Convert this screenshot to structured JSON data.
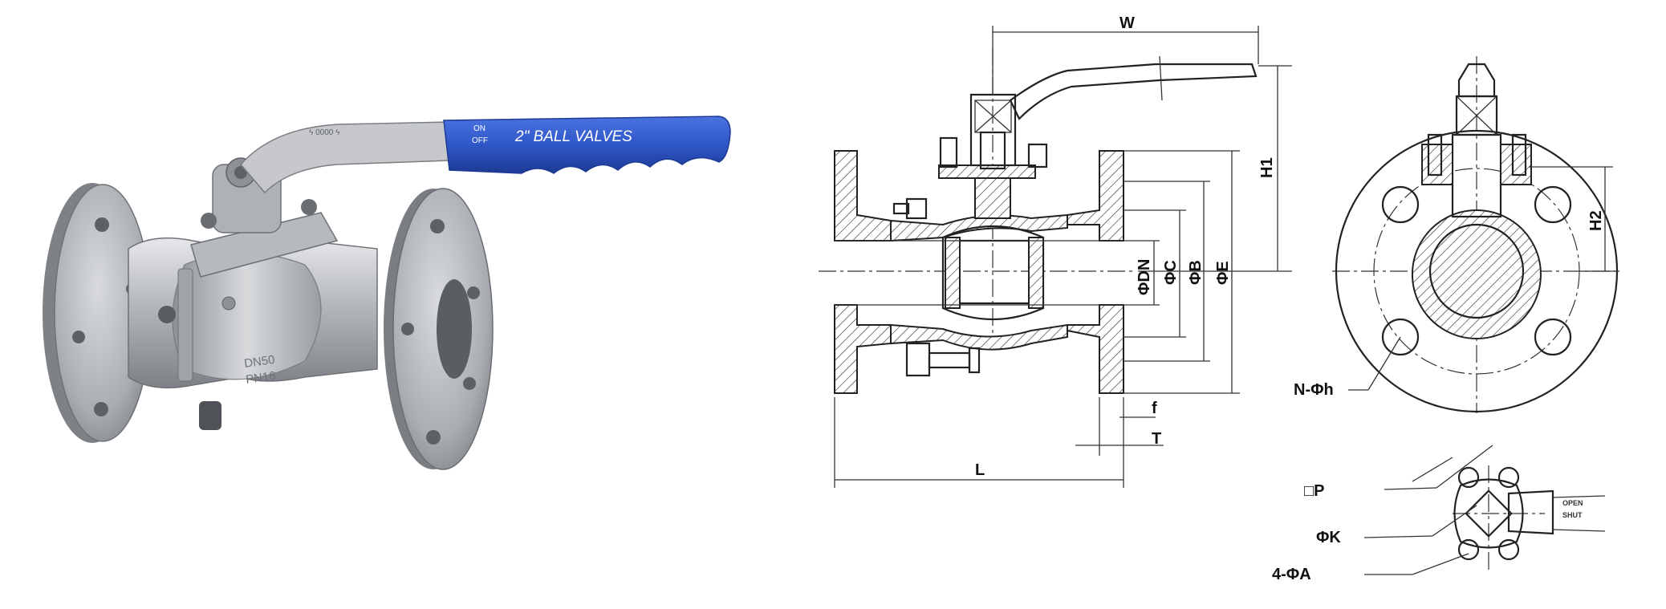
{
  "photo": {
    "handle_text": "2\" BALL VALVES",
    "on_label": "ON",
    "off_label": "OFF",
    "body_mark_dn": "DN50",
    "body_mark_pn": "PN16",
    "handle_color": "#2f57c8",
    "steel_color": "#b9bcc0"
  },
  "drawing": {
    "dims": {
      "w": "W",
      "h1": "H1",
      "h2": "H2",
      "dn": "ΦDN",
      "c": "ΦC",
      "b": "ΦB",
      "e": "ΦE",
      "f": "f",
      "t": "T",
      "l": "L",
      "n_h": "N-Φh",
      "p": "□P",
      "k": "ΦK",
      "a": "4-ΦA"
    },
    "open_label": "OPEN",
    "shut_label": "SHUT"
  }
}
